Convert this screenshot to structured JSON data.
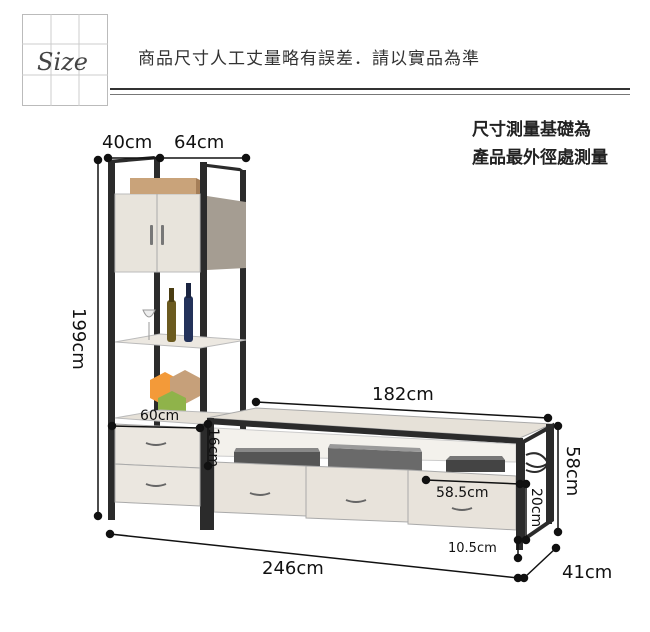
{
  "header": {
    "size_label": "Size",
    "disclaimer": "商品尺寸人工丈量略有誤差．請以實品為準"
  },
  "note": {
    "line1": "尺寸測量基礎為",
    "line2": "產品最外徑處測量"
  },
  "dimensions": {
    "shelf_depth": "40cm",
    "shelf_width": "64cm",
    "total_height": "199cm",
    "cabinet_width": "60cm",
    "drawer_height": "16cm",
    "tv_stand_width": "182cm",
    "tv_stand_height": "58cm",
    "inner_width": "58.5cm",
    "inner_height": "20cm",
    "leg_height": "10.5cm",
    "total_width": "246cm",
    "tv_stand_depth": "41cm"
  },
  "colors": {
    "frame": "#2b2b2b",
    "wood": "#e6e1d8",
    "wood_dark": "#b9b2a6"
  }
}
